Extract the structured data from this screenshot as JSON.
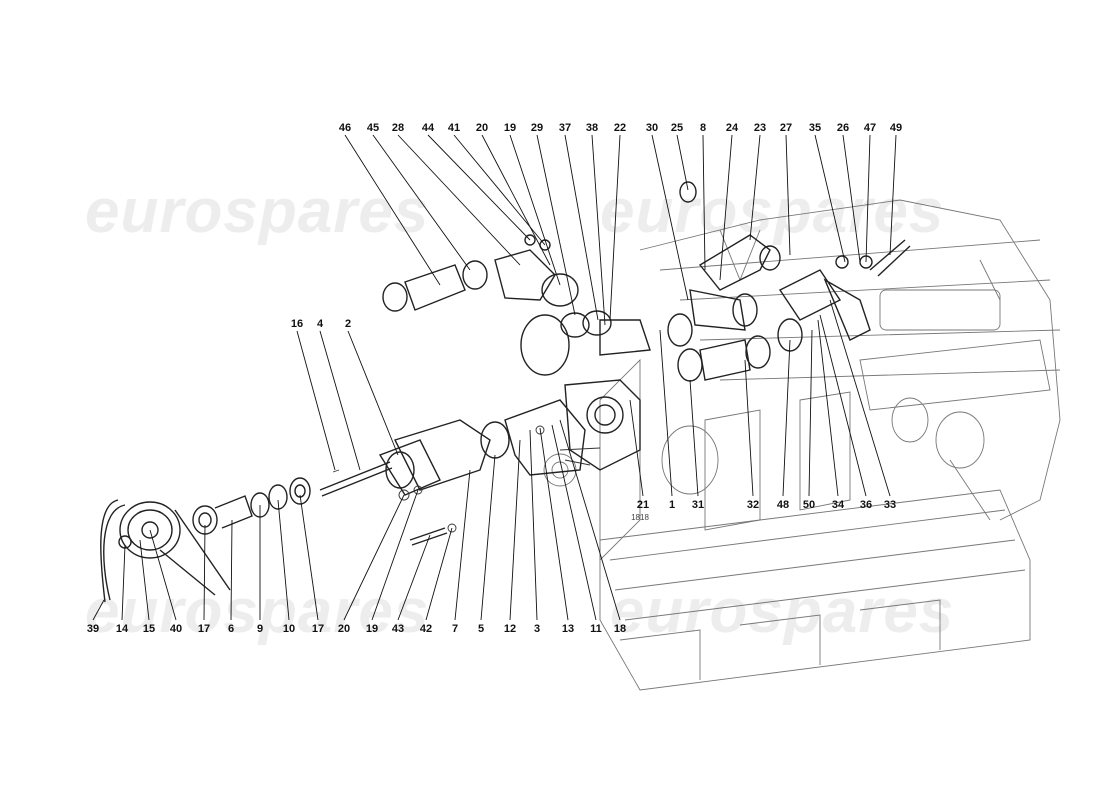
{
  "watermark": {
    "text": "eurospares"
  },
  "labels_top": [
    "46",
    "45",
    "28",
    "44",
    "41",
    "20",
    "19",
    "29",
    "37",
    "38",
    "22",
    "30",
    "25",
    "8",
    "24",
    "23",
    "27",
    "35",
    "26",
    "47",
    "49"
  ],
  "labels_mid": [
    "16",
    "4",
    "2"
  ],
  "labels_right_row": [
    "21",
    "1",
    "31",
    "32",
    "48",
    "50",
    "34",
    "36",
    "33"
  ],
  "labels_bottom": [
    "39",
    "14",
    "15",
    "40",
    "17",
    "6",
    "9",
    "10",
    "17",
    "20",
    "19",
    "43",
    "42",
    "7",
    "5",
    "12",
    "3",
    "13",
    "11",
    "18"
  ],
  "inline_marks": {
    "stamp": "1818"
  }
}
